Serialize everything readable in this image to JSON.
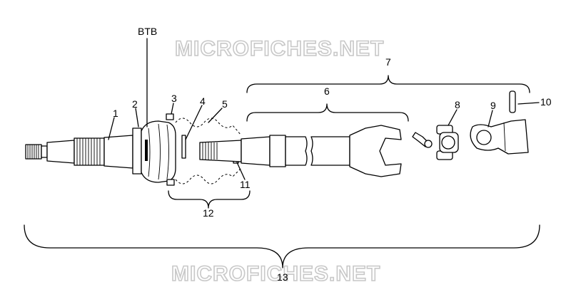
{
  "watermark": {
    "text": "MICROFICHES.NET"
  },
  "callouts": {
    "btb": "BTB",
    "n1": "1",
    "n2": "2",
    "n3": "3",
    "n4": "4",
    "n5": "5",
    "n6": "6",
    "n7": "7",
    "n8": "8",
    "n9": "9",
    "n10": "10",
    "n11": "11",
    "n12": "12",
    "n13": "13"
  },
  "icons": {
    "shaft_stub": "splined-shaft-icon",
    "boot": "cv-boot-icon",
    "clamps": "boot-clamp-icon",
    "ring": "snap-ring-icon",
    "driveshaft": "driveshaft-icon",
    "grease_fitting": "grease-fitting-icon",
    "cross": "u-joint-cross-icon",
    "yoke": "yoke-icon",
    "pin": "roll-pin-icon"
  }
}
